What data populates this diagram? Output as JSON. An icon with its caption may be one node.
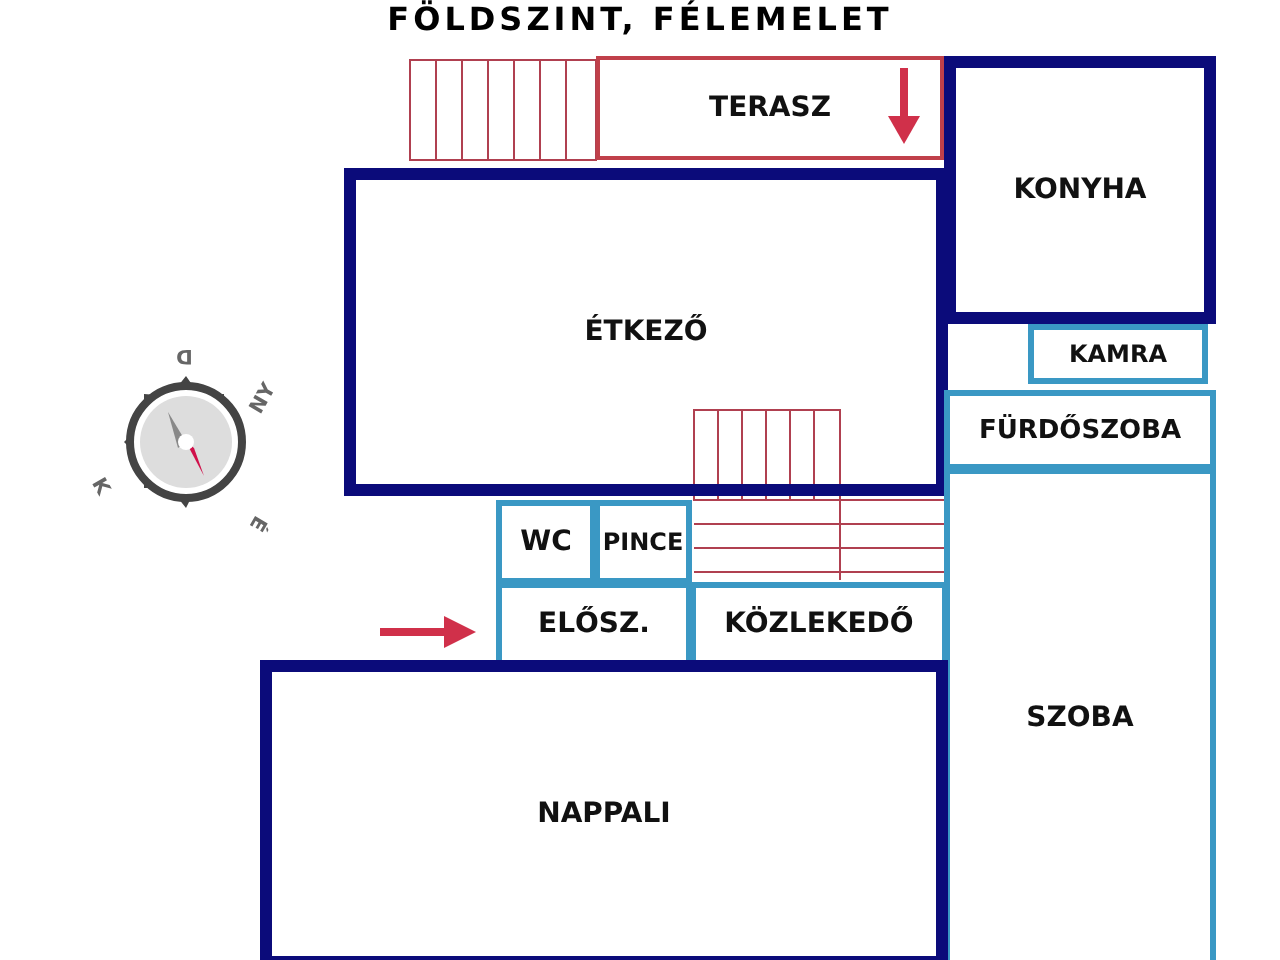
{
  "diagram": {
    "title": "FÖLDSZINT, FÉLEMELET",
    "nodes": [
      {
        "text": [
          "TERASZ"
        ]
      },
      {
        "text": [
          "KONYHA"
        ]
      },
      {
        "text": [
          "ÉTKEZŐ"
        ]
      },
      {
        "text": [
          "KAMRA"
        ]
      },
      {
        "text": [
          "FÜRDŐSZOBA"
        ]
      },
      {
        "text": [
          "WC"
        ]
      },
      {
        "text": [
          "PINCE"
        ]
      },
      {
        "text": [
          "ELŐSZ."
        ]
      },
      {
        "text": [
          "KÖZLEKEDŐ"
        ]
      },
      {
        "text": [
          "SZOBA"
        ]
      },
      {
        "text": [
          "NAPPALI"
        ]
      }
    ],
    "labels": [
      "D",
      "NY",
      "K",
      "É"
    ]
  }
}
